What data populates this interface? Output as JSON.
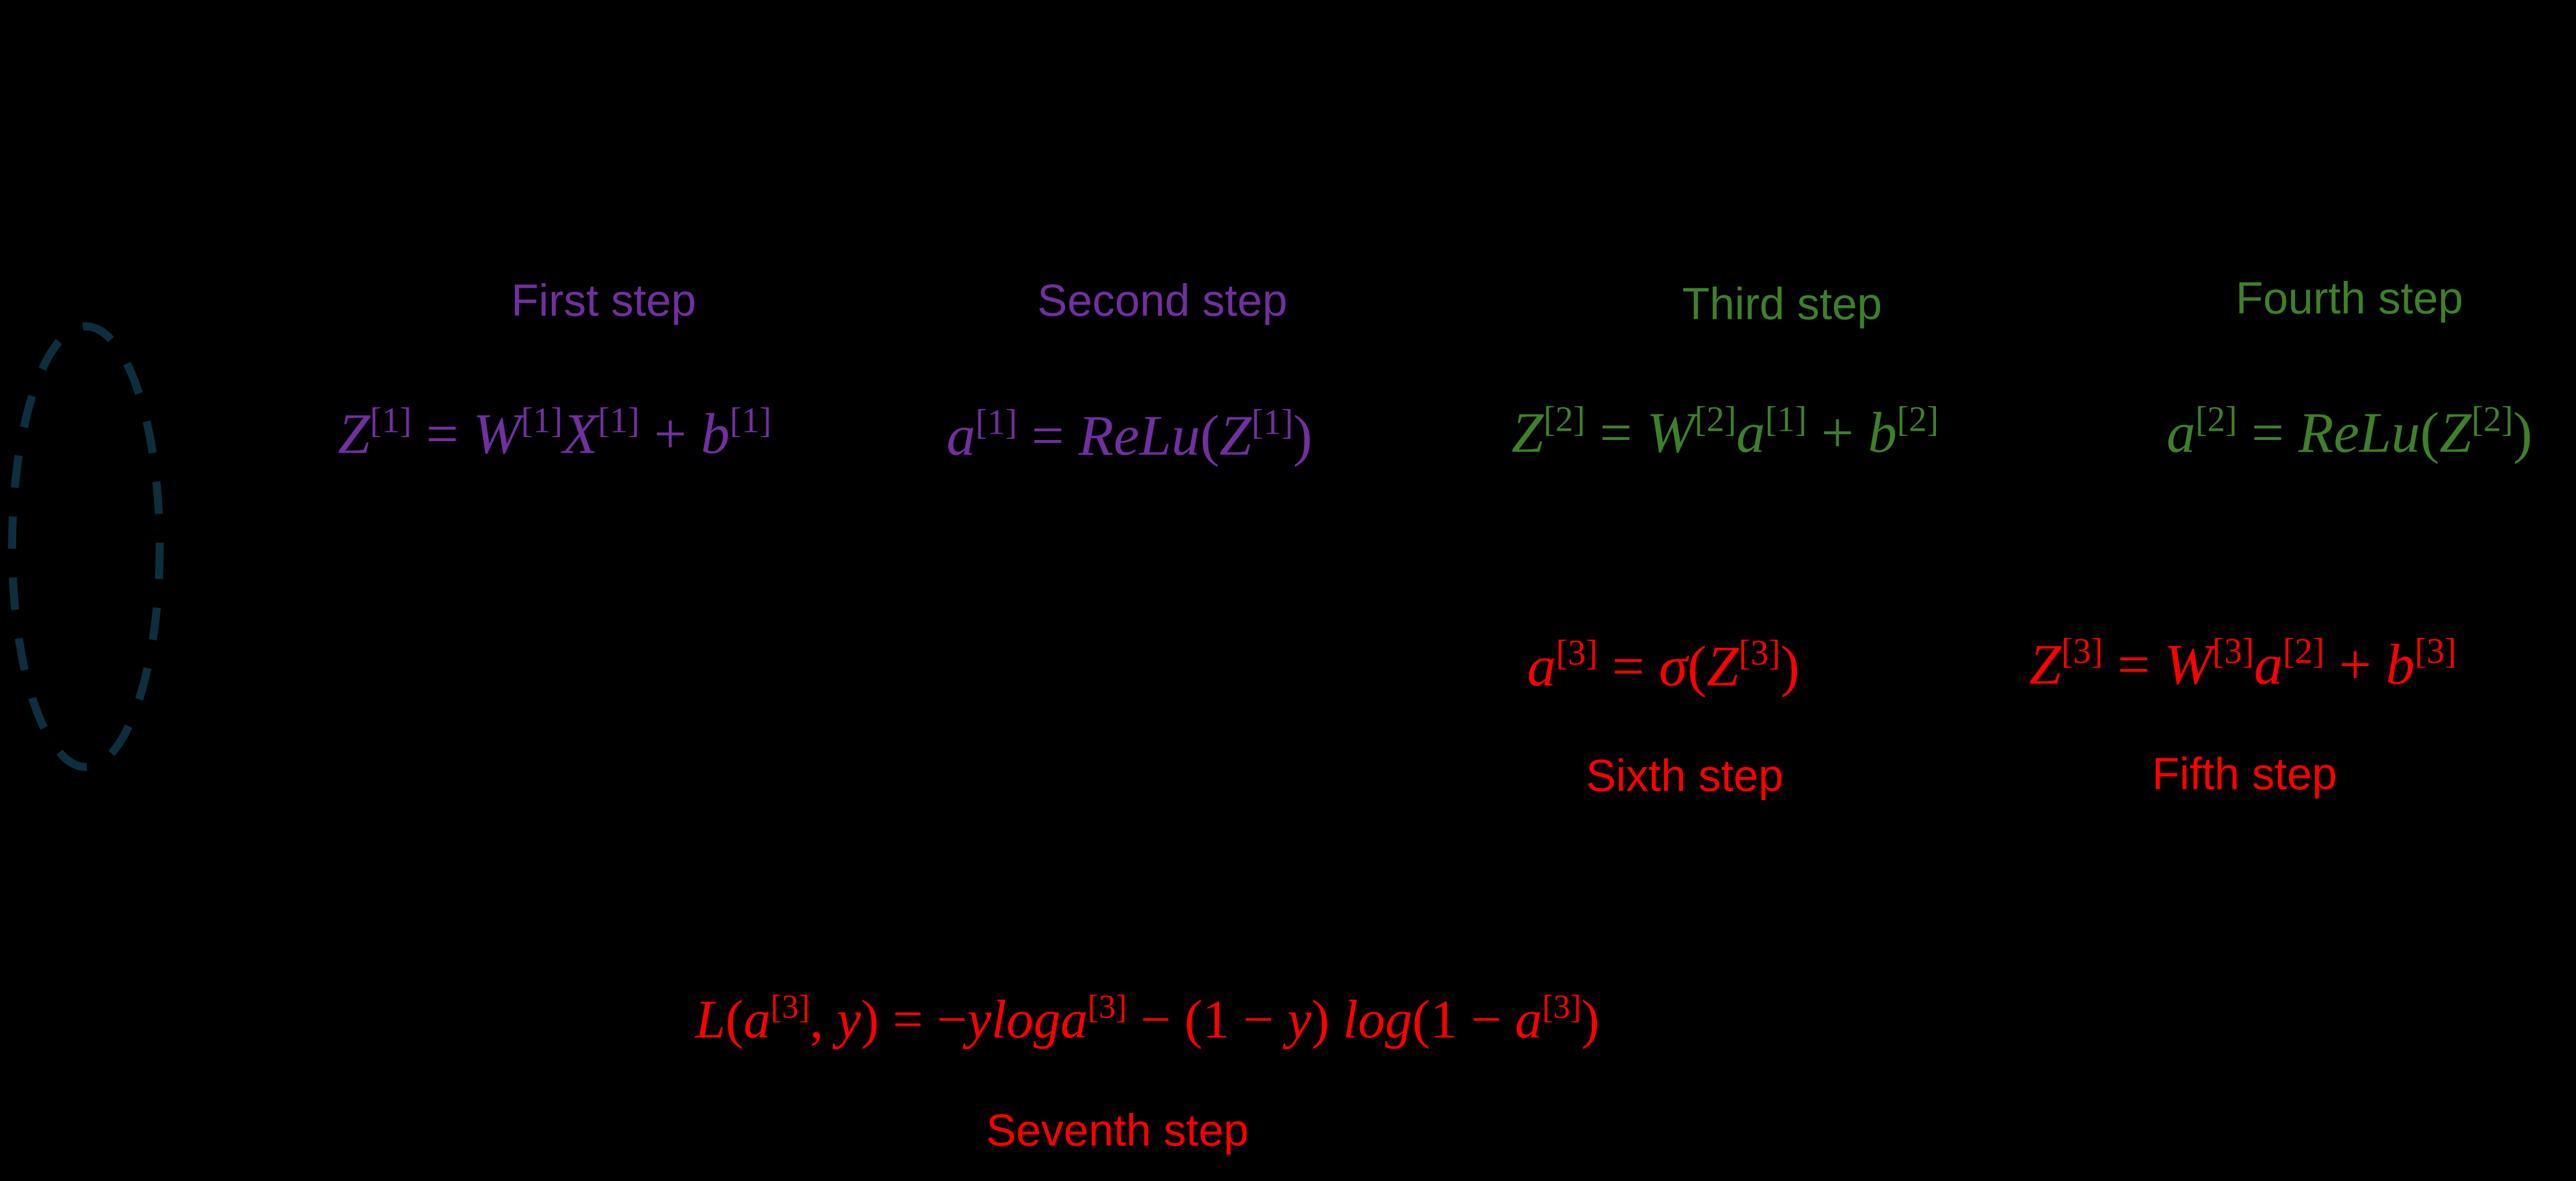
{
  "canvas": {
    "background": "#000000"
  },
  "colors": {
    "purple": "#7030A0",
    "green": "#3D8128",
    "red": "#FF0000",
    "ellipse": "#0D2E3F"
  },
  "shapes": {
    "dashed_ellipse": "ellipse-outline-dashed"
  },
  "steps": [
    {
      "label": "First step",
      "formula": "Z^[1] = W^[1]X^[1] + b^[1]",
      "color": "purple"
    },
    {
      "label": "Second step",
      "formula": "a^[1] = ReLu(Z^[1])",
      "color": "purple"
    },
    {
      "label": "Third step",
      "formula": "Z^[2] = W^[2]a^[1] + b^[2]",
      "color": "green"
    },
    {
      "label": "Fourth step",
      "formula": "a^[2] = ReLu(Z^[2])",
      "color": "green"
    },
    {
      "label": "Fifth step",
      "formula": "Z^[3] = W^[3]a^[2] + b^[3]",
      "color": "red"
    },
    {
      "label": "Sixth step",
      "formula": "a^[3] = σ(Z^[3])",
      "color": "red"
    },
    {
      "label": "Seventh step",
      "formula": "L(a^[3], y) = −yloga^[3] − (1 − y) log(1 − a^[3])",
      "color": "red"
    }
  ]
}
